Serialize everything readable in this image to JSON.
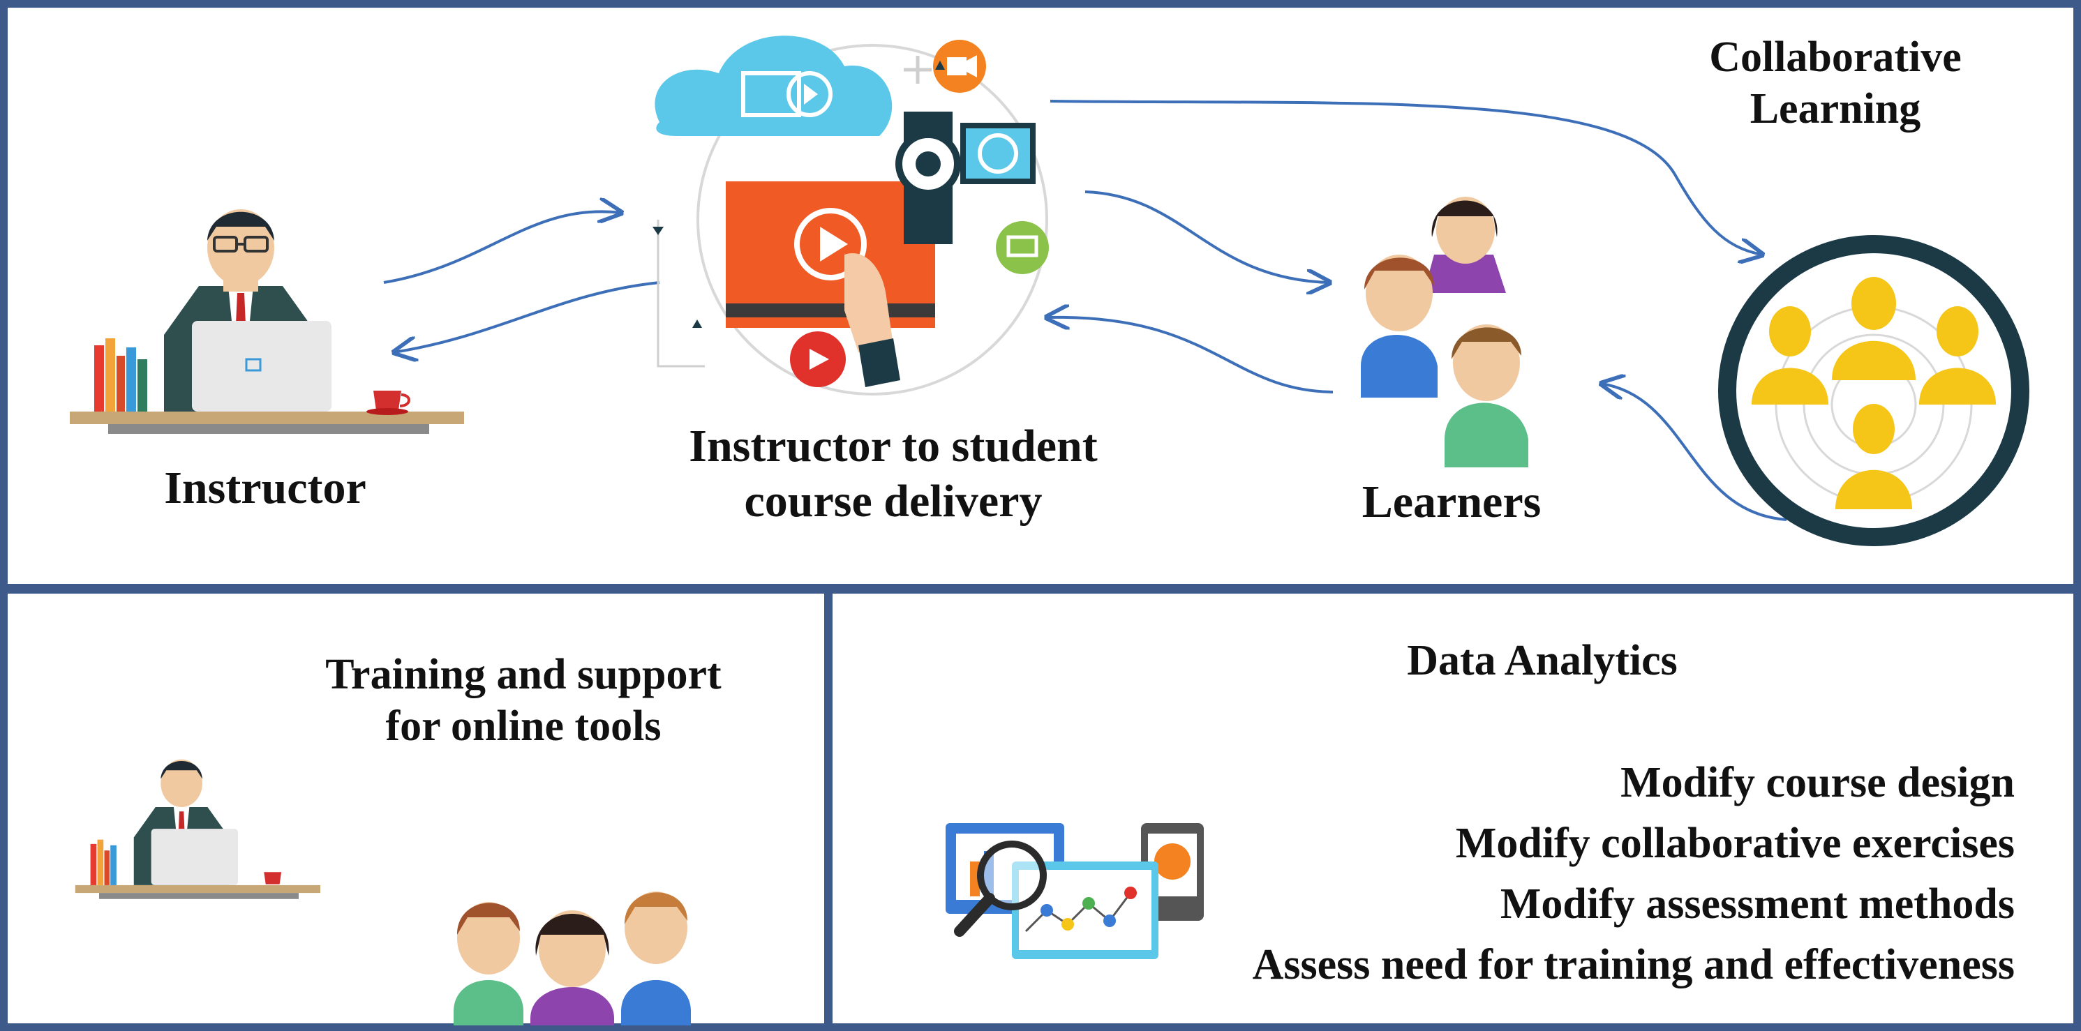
{
  "top_panel": {
    "instructor_label": "Instructor",
    "delivery_label_line1": "Instructor to student",
    "delivery_label_line2": "course delivery",
    "learners_label": "Learners",
    "collab_label_line1": "Collaborative",
    "collab_label_line2": "Learning"
  },
  "bottom_left_panel": {
    "title_line1": "Training and support",
    "title_line2": "for online tools"
  },
  "bottom_right_panel": {
    "title": "Data Analytics",
    "items": [
      "Modify course design",
      "Modify collaborative exercises",
      "Modify assessment methods",
      "Assess need for training and effectiveness"
    ]
  },
  "colors": {
    "frame": "#3d5a8a",
    "arrow": "#3d6fb8",
    "orange": "#f05a24",
    "cloud": "#5bc8ea",
    "gold": "#f5c518",
    "dark_teal": "#1b3a46",
    "suit": "#2f4f4f"
  }
}
